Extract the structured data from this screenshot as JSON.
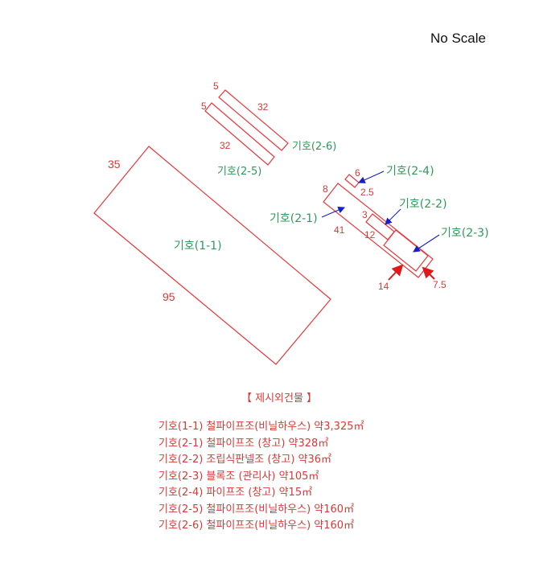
{
  "scale_note": "No Scale",
  "colors": {
    "outline": "#e8383b",
    "dimension_text": "#d63a36",
    "label_text": "#2e9a5a",
    "pointer_arrow": "#1520c8",
    "marker_arrow": "#e01818"
  },
  "dimensions": {
    "b11_long": "95",
    "b11_short": "35",
    "b25_long": "32",
    "b25_short": "5",
    "b26_long": "32",
    "b26_short": "5",
    "b21_long": "41",
    "b21_short": "8",
    "b22_short": "3",
    "b22_long": "12",
    "b23_long": "14",
    "b23_short": "7.5",
    "b24_short": "6",
    "b24_long": "2.5"
  },
  "labels": {
    "b11": "기호(1-1)",
    "b21": "기호(2-1)",
    "b22": "기호(2-2)",
    "b23": "기호(2-3)",
    "b24": "기호(2-4)",
    "b25": "기호(2-5)",
    "b26": "기호(2-6)"
  },
  "legend": {
    "title": "【 제시외건물 】",
    "items": [
      "기호(1-1) 철파이프조(비닐하우스) 약3,325㎡",
      "기호(2-1) 철파이프조 (창고) 약328㎡",
      "기호(2-2) 조립식판넬조 (창고) 약36㎡",
      "기호(2-3) 블록조 (관리사) 약105㎡",
      "기호(2-4) 파이프조 (창고) 약15㎡",
      "기호(2-5) 철파이프조(비닐하우스) 약160㎡",
      "기호(2-6) 철파이프조(비닐하우스) 약160㎡"
    ]
  }
}
